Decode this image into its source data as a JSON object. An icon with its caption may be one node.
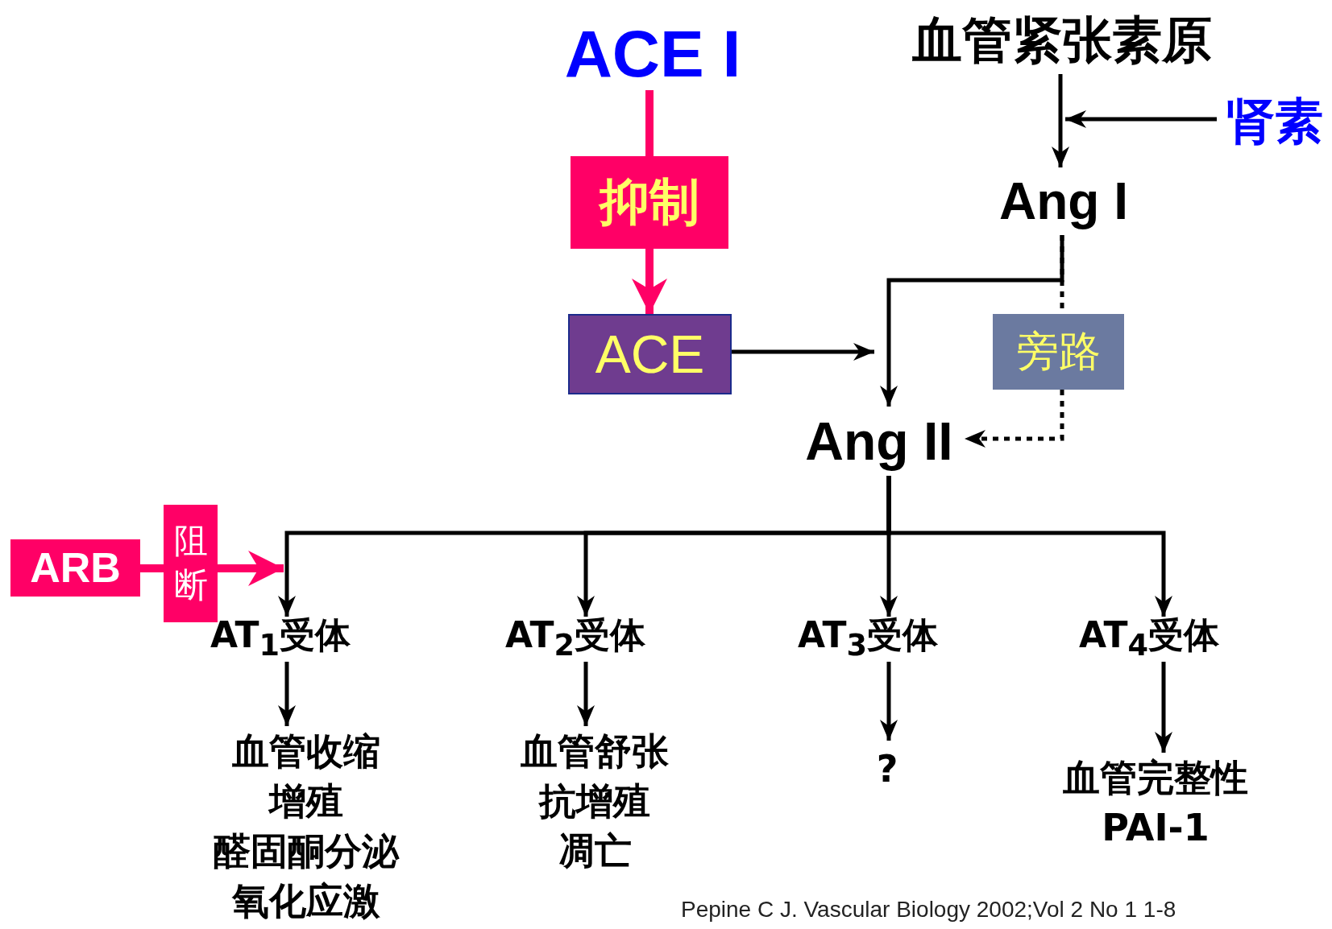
{
  "diagram": {
    "nodes": [
      {
        "text": [
          "ACE I"
        ]
      },
      {
        "text": [
          "抑制"
        ]
      },
      {
        "text": [
          "ACE"
        ]
      },
      {
        "text": [
          "血管紧张素原"
        ]
      },
      {
        "text": [
          "肾素"
        ]
      },
      {
        "text": [
          "Ang I"
        ]
      },
      {
        "text": [
          "旁路"
        ]
      },
      {
        "text": [
          "Ang II"
        ]
      },
      {
        "text": [
          "ARB"
        ]
      },
      {
        "text": [
          "阻断"
        ]
      },
      {
        "text": [
          "AT$_{1}$受体"
        ]
      },
      {
        "text": [
          "AT$_{2}$受体"
        ]
      },
      {
        "text": [
          "AT$_{3}$受体"
        ]
      },
      {
        "text": [
          "AT$_{4}$受体"
        ]
      },
      {
        "text": [
          "血管收缩",
          "增殖",
          "醛固酮分泌",
          "氧化应激"
        ]
      },
      {
        "text": [
          "血管舒张",
          "抗增殖",
          "凋亡"
        ]
      },
      {
        "text": [
          "?"
        ]
      },
      {
        "text": [
          "血管完整性",
          "PAI-1"
        ]
      }
    ],
    "edges": [
      {
        "from": 0,
        "to": 1,
        "arrow": "none",
        "style": "thick",
        "color": "#ff0066"
      },
      {
        "from": 1,
        "to": 2,
        "arrow": "to",
        "style": "thick",
        "color": "#ff0066"
      },
      {
        "from": 3,
        "to": 5,
        "arrow": "to"
      },
      {
        "from": 4,
        "to": 3,
        "arrow": "to"
      },
      {
        "from": 5,
        "to": 7,
        "arrow": "to"
      },
      {
        "from": 2,
        "to": null,
        "arrow": "to"
      },
      {
        "from": 5,
        "to": 6,
        "arrow": "none",
        "style": "dashed"
      },
      {
        "from": 6,
        "to": 7,
        "arrow": "to",
        "style": "dashed"
      },
      {
        "from": 7,
        "to": 10,
        "arrow": "to"
      },
      {
        "from": 7,
        "to": 11,
        "arrow": "to"
      },
      {
        "from": 7,
        "to": 12,
        "arrow": "to"
      },
      {
        "from": 7,
        "to": 13,
        "arrow": "to"
      },
      {
        "from": 8,
        "to": 9,
        "arrow": "none",
        "style": "thick",
        "color": "#ff0066"
      },
      {
        "from": 9,
        "to": 10,
        "arrow": "to",
        "style": "thick",
        "color": "#ff0066"
      },
      {
        "from": 10,
        "to": 14,
        "arrow": "to"
      },
      {
        "from": 11,
        "to": 15,
        "arrow": "to"
      },
      {
        "from": 12,
        "to": 16,
        "arrow": "to"
      },
      {
        "from": 13,
        "to": 17,
        "arrow": "to"
      }
    ],
    "labels": [
      "Pepine C J. Vascular Biology 2002;Vol 2 No 1 1-8"
    ]
  }
}
